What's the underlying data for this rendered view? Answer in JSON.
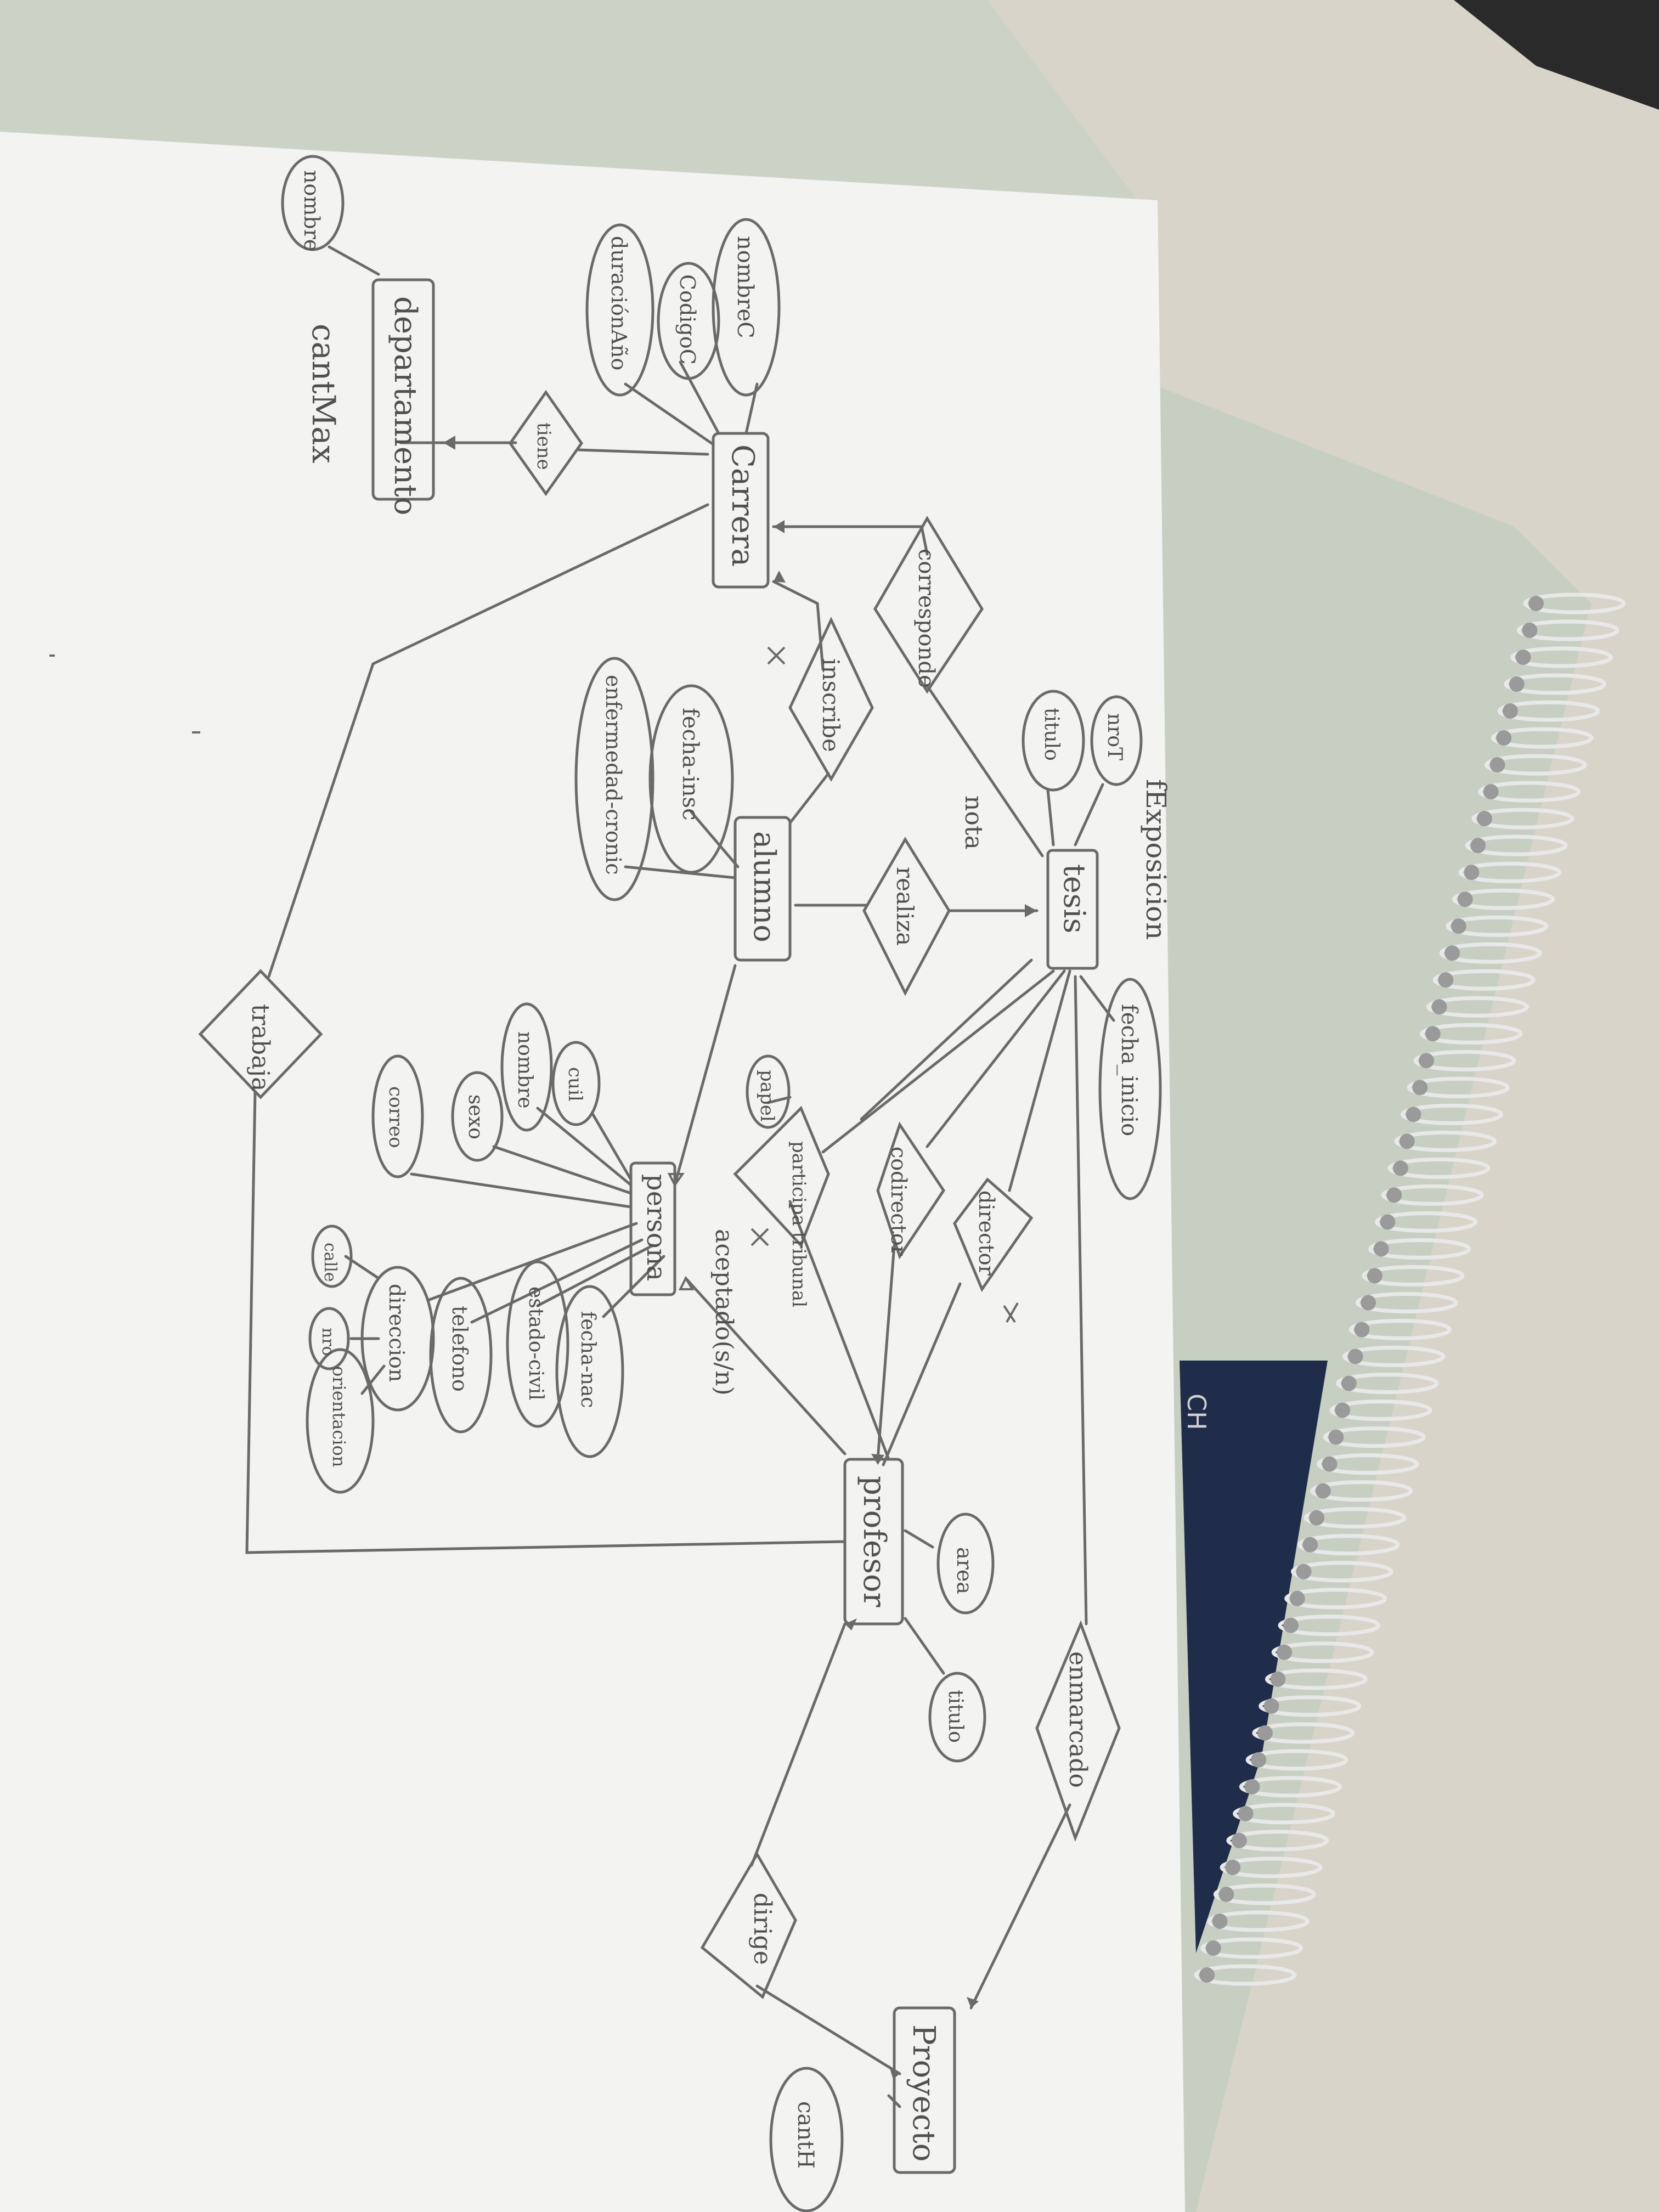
{
  "scene": {
    "background": "#d8d4c9",
    "paper_color": "#f3f3f2",
    "pencil_color": "#6a6a6a",
    "notebook_color": "#c7cfc3",
    "spiral_color": "#e8e8e8"
  },
  "notebook": {
    "cover_text": "CH"
  },
  "diagram": {
    "entities": {
      "departamento": "departamento",
      "carrera": "Carrera",
      "tesis": "tesis",
      "alumno": "alumno",
      "persona": "persona",
      "profesor": "profesor",
      "proyecto": "Proyecto"
    },
    "relationships": {
      "tiene": "tiene",
      "corresponde": "corresponde",
      "inscribe": "inscribe",
      "realiza": "realiza",
      "trabaja": "trabaja",
      "participa_tribunal": "participa tribunal",
      "codirector": "codirector",
      "director": "director",
      "enmarcado": "enmarcado",
      "dirige": "dirige"
    },
    "attributes": {
      "nombre_dep": "nombre",
      "nombre_c": "nombreC",
      "codigo_c": "CodigoC",
      "duracion": "duraciónAño",
      "nro_t": "nroT",
      "titulo_tesis": "titulo",
      "fecha_insc": "fecha-insc",
      "enfermedad": "enfermedad-cronic",
      "fecha_inicio": "fecha_inicio",
      "cuil": "cuil",
      "nombre_persona": "nombre",
      "sexo": "sexo",
      "correo": "correo",
      "direccion": "direccion",
      "calle": "calle",
      "nro": "nro",
      "orientacion": "orientacion",
      "telefono": "telefono",
      "estado_civil": "estado-civil",
      "fecha_nac": "fecha-nac",
      "papel": "papel",
      "area": "area",
      "titulo_profesor": "titulo",
      "cant_h": "cantH"
    },
    "annotations": {
      "cant_max": "cantMax",
      "nota": "nota",
      "f_exposicion": "fExposicion",
      "aceptado": "aceptado(s/n)"
    }
  }
}
